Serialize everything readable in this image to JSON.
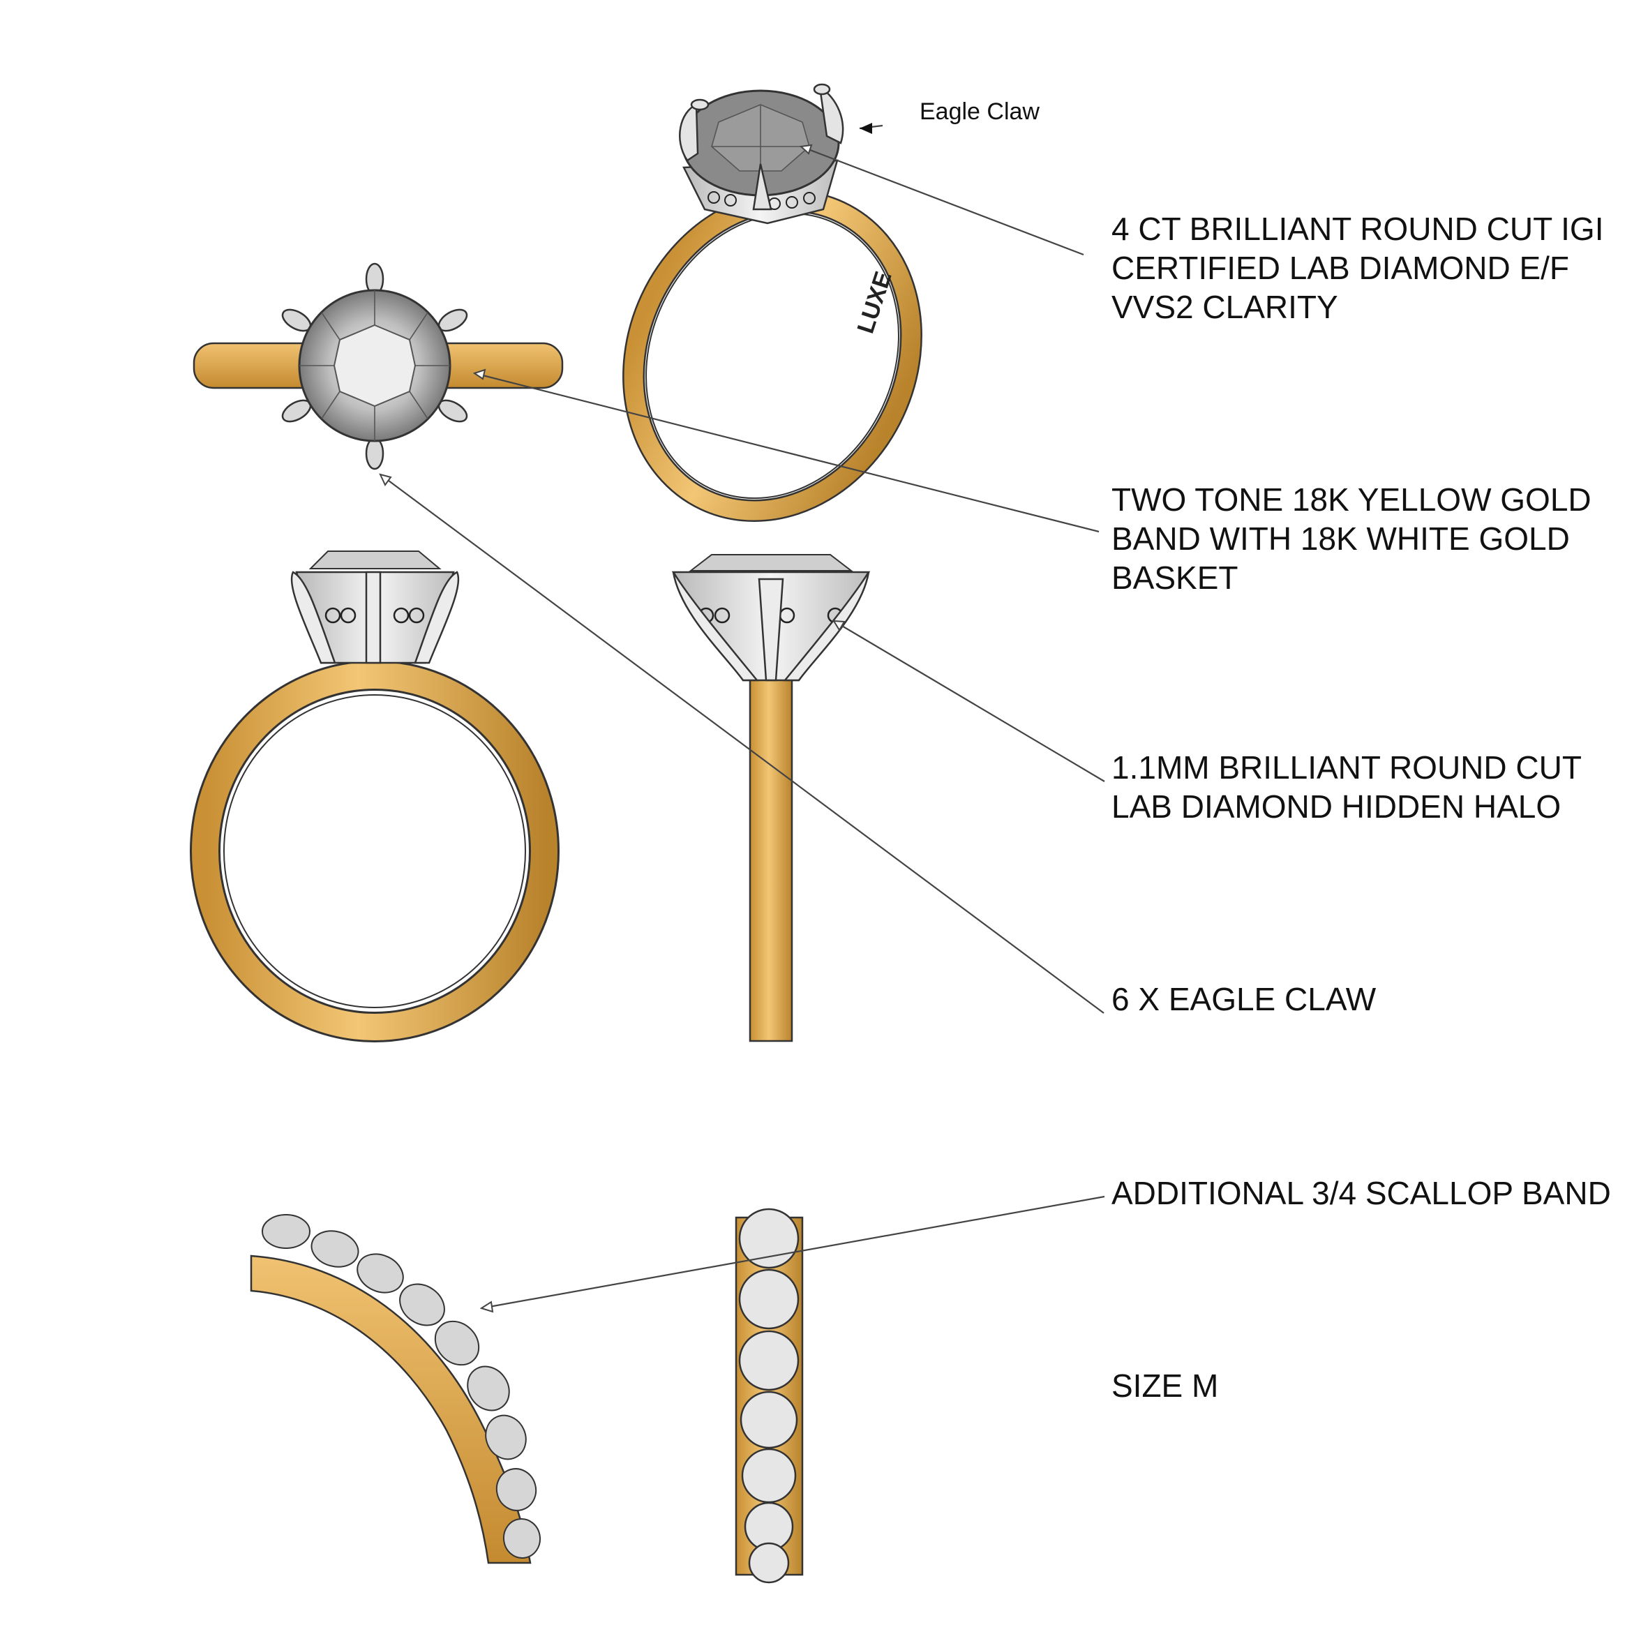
{
  "labels": {
    "eagle_claw": "Eagle Claw",
    "stone": "4 CT BRILLIANT ROUND CUT IGI\nCERTIFIED LAB DIAMOND E/F\nVVS2 CLARITY",
    "metal": "TWO TONE 18K YELLOW GOLD\nBAND WITH 18K WHITE GOLD\nBASKET",
    "halo": "1.1MM BRILLIANT ROUND CUT\nLAB DIAMOND HIDDEN HALO",
    "claws": "6 X EAGLE CLAW",
    "scallop": "ADDITIONAL 3/4 SCALLOP BAND",
    "size": "SIZE M"
  },
  "engraving": "LUXE",
  "colors": {
    "yellow_gold": "#e8b25a",
    "yellow_gold_dark": "#c99035",
    "white_gold": "#d9d9d9",
    "diamond_dark": "#7d7d7d",
    "diamond_light": "#ececec",
    "outline": "#333333"
  }
}
